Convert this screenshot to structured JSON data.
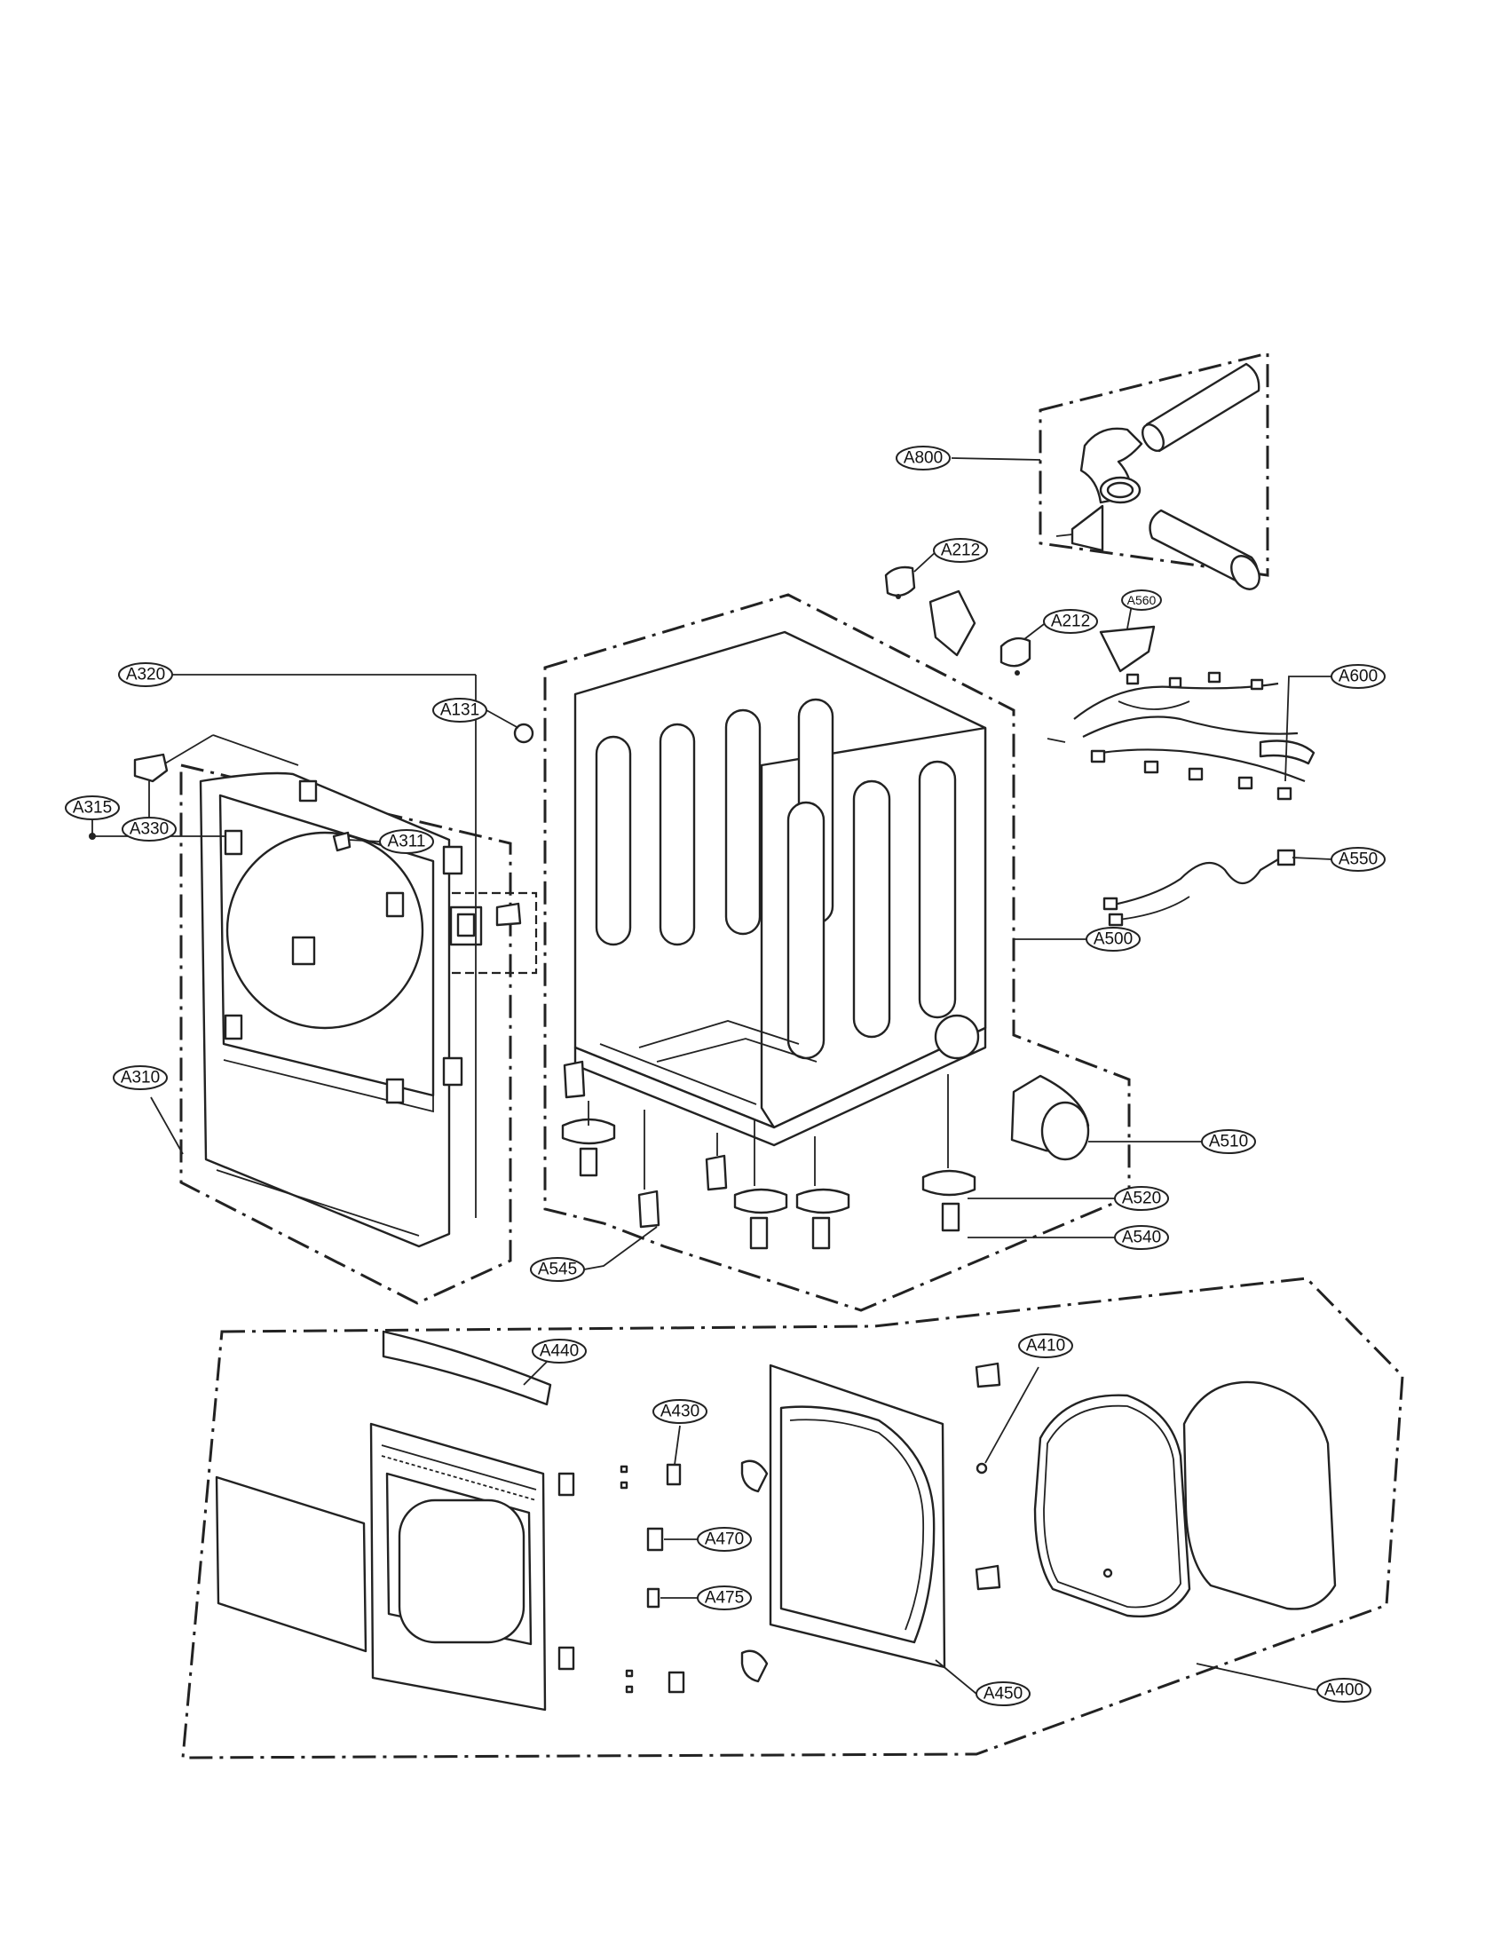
{
  "callouts": [
    {
      "id": "a800",
      "text": "A800"
    },
    {
      "id": "a212a",
      "text": "A212"
    },
    {
      "id": "a212b",
      "text": "A212"
    },
    {
      "id": "a560",
      "text": "A560"
    },
    {
      "id": "a600",
      "text": "A600"
    },
    {
      "id": "a320",
      "text": "A320"
    },
    {
      "id": "a131",
      "text": "A131"
    },
    {
      "id": "a315",
      "text": "A315"
    },
    {
      "id": "a330",
      "text": "A330"
    },
    {
      "id": "a311",
      "text": "A311"
    },
    {
      "id": "a550",
      "text": "A550"
    },
    {
      "id": "a500",
      "text": "A500"
    },
    {
      "id": "a310",
      "text": "A310"
    },
    {
      "id": "a510",
      "text": "A510"
    },
    {
      "id": "a520",
      "text": "A520"
    },
    {
      "id": "a540",
      "text": "A540"
    },
    {
      "id": "a545",
      "text": "A545"
    },
    {
      "id": "a440",
      "text": "A440"
    },
    {
      "id": "a410",
      "text": "A410"
    },
    {
      "id": "a430",
      "text": "A430"
    },
    {
      "id": "a470",
      "text": "A470"
    },
    {
      "id": "a475",
      "text": "A475"
    },
    {
      "id": "a450",
      "text": "A450"
    },
    {
      "id": "a400",
      "text": "A400"
    }
  ]
}
